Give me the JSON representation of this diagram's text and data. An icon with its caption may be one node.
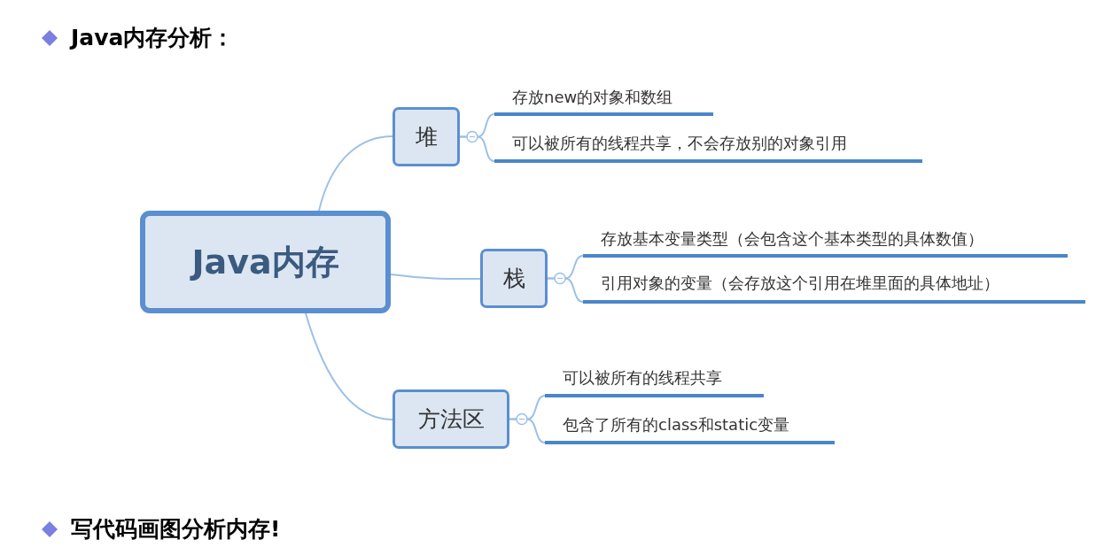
{
  "diagram": {
    "title": "Java内存分析：",
    "nodes": [
      {
        "text": [
          "Java内存"
        ]
      },
      {
        "text": [
          "堆"
        ]
      },
      {
        "text": [
          "存放new的对象和数组"
        ]
      },
      {
        "text": [
          "可以被所有的线程共享，不会存放别的对象引用"
        ]
      },
      {
        "text": [
          "栈"
        ]
      },
      {
        "text": [
          "存放基本变量类型（会包含这个基本类型的具体数值）"
        ]
      },
      {
        "text": [
          "引用对象的变量（会存放这个引用在堆里面的具体地址）"
        ]
      },
      {
        "text": [
          "方法区"
        ]
      },
      {
        "text": [
          "可以被所有的线程共享"
        ]
      },
      {
        "text": [
          "包含了所有的class和static变量"
        ]
      }
    ],
    "edges": [
      {
        "from": 0,
        "to": 1,
        "arrow": "none"
      },
      {
        "from": 0,
        "to": 4,
        "arrow": "none"
      },
      {
        "from": 0,
        "to": 7,
        "arrow": "none"
      },
      {
        "from": 1,
        "to": 2,
        "arrow": "none"
      },
      {
        "from": 1,
        "to": 3,
        "arrow": "none"
      },
      {
        "from": 4,
        "to": 5,
        "arrow": "none"
      },
      {
        "from": 4,
        "to": 6,
        "arrow": "none"
      },
      {
        "from": 7,
        "to": 8,
        "arrow": "none"
      },
      {
        "from": 7,
        "to": 9,
        "arrow": "none"
      }
    ],
    "labels": [
      "写代码画图分析内存!"
    ]
  }
}
